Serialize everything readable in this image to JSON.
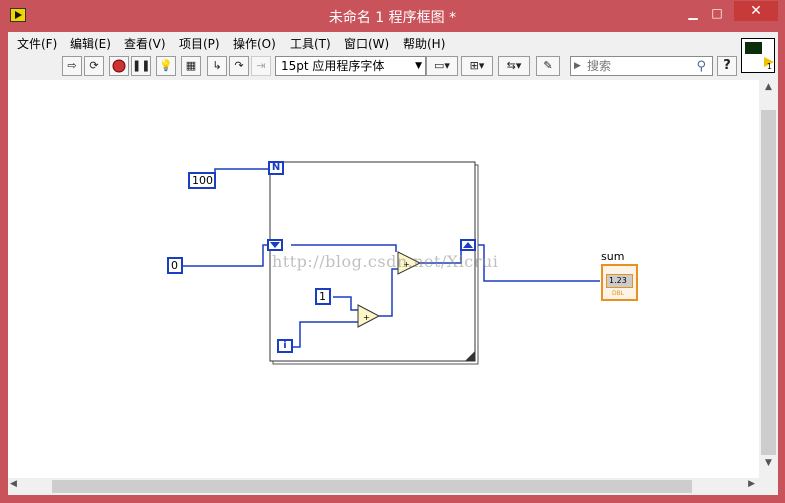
{
  "window": {
    "title": "未命名 1 程序框图 *",
    "minimize": "▁",
    "maximize": "□",
    "close": "✕"
  },
  "menubar": {
    "items": [
      "文件(F)",
      "编辑(E)",
      "查看(V)",
      "项目(P)",
      "操作(O)",
      "工具(T)",
      "窗口(W)",
      "帮助(H)"
    ]
  },
  "toolbar": {
    "font_select": "15pt 应用程序字体",
    "search_placeholder": "搜索",
    "help": "?",
    "icons": [
      "run-icon",
      "run-continuously-icon",
      "abort-icon",
      "pause-icon",
      "highlight-execution-icon",
      "retain-wire-values-icon",
      "step-into-icon",
      "step-over-icon",
      "step-out-icon",
      "align-objects-icon",
      "distribute-objects-icon",
      "reorder-icon",
      "clean-up-diagram-icon"
    ]
  },
  "diagram": {
    "count_constant": "100",
    "init_constant": "0",
    "one_constant": "1",
    "count_terminal": "N",
    "iteration_terminal": "i",
    "add_symbol": "+",
    "indicator_label": "sum",
    "indicator_value": "1.23",
    "indicator_type": "DBL",
    "watermark": "http://blog.csdn.net/Xicrui"
  },
  "vi_icon": {
    "number": "1"
  }
}
